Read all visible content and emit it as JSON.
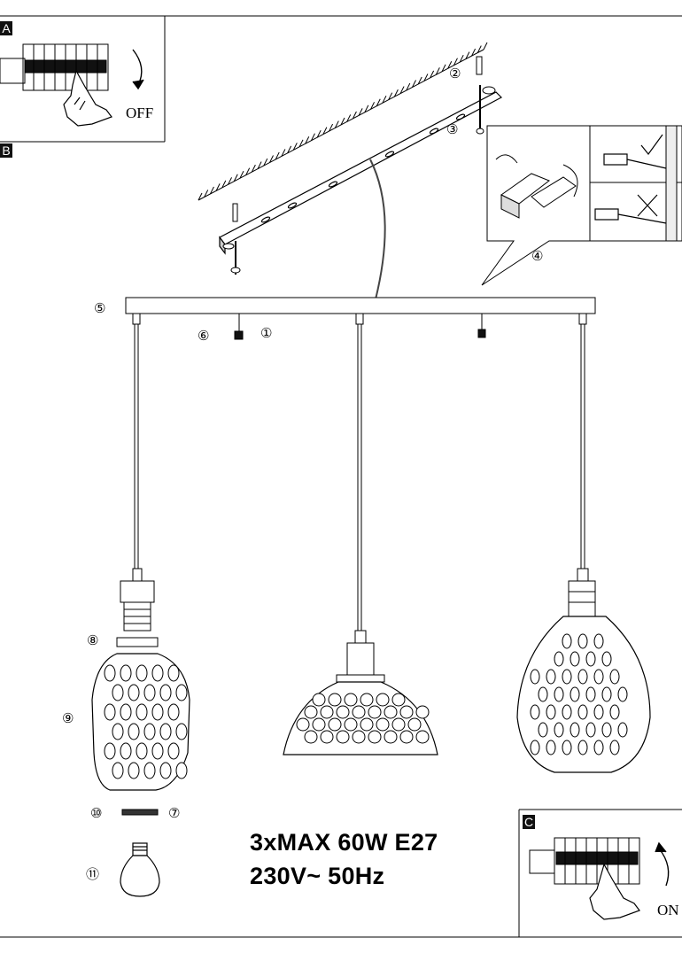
{
  "panels": {
    "A": {
      "label": "A",
      "action": "OFF"
    },
    "B": {
      "label": "B"
    },
    "C": {
      "label": "C",
      "action": "ON"
    }
  },
  "steps": [
    "①",
    "②",
    "③",
    "④",
    "⑤",
    "⑥",
    "⑦",
    "⑧",
    "⑨",
    "⑩",
    "⑪"
  ],
  "specs": {
    "line1": "3xMAX 60W E27",
    "line2": "230V~ 50Hz"
  },
  "icons": [
    "breaker-switch-icon",
    "hand-icon",
    "arrow-icon",
    "check-icon",
    "cross-icon",
    "bulb-icon"
  ]
}
